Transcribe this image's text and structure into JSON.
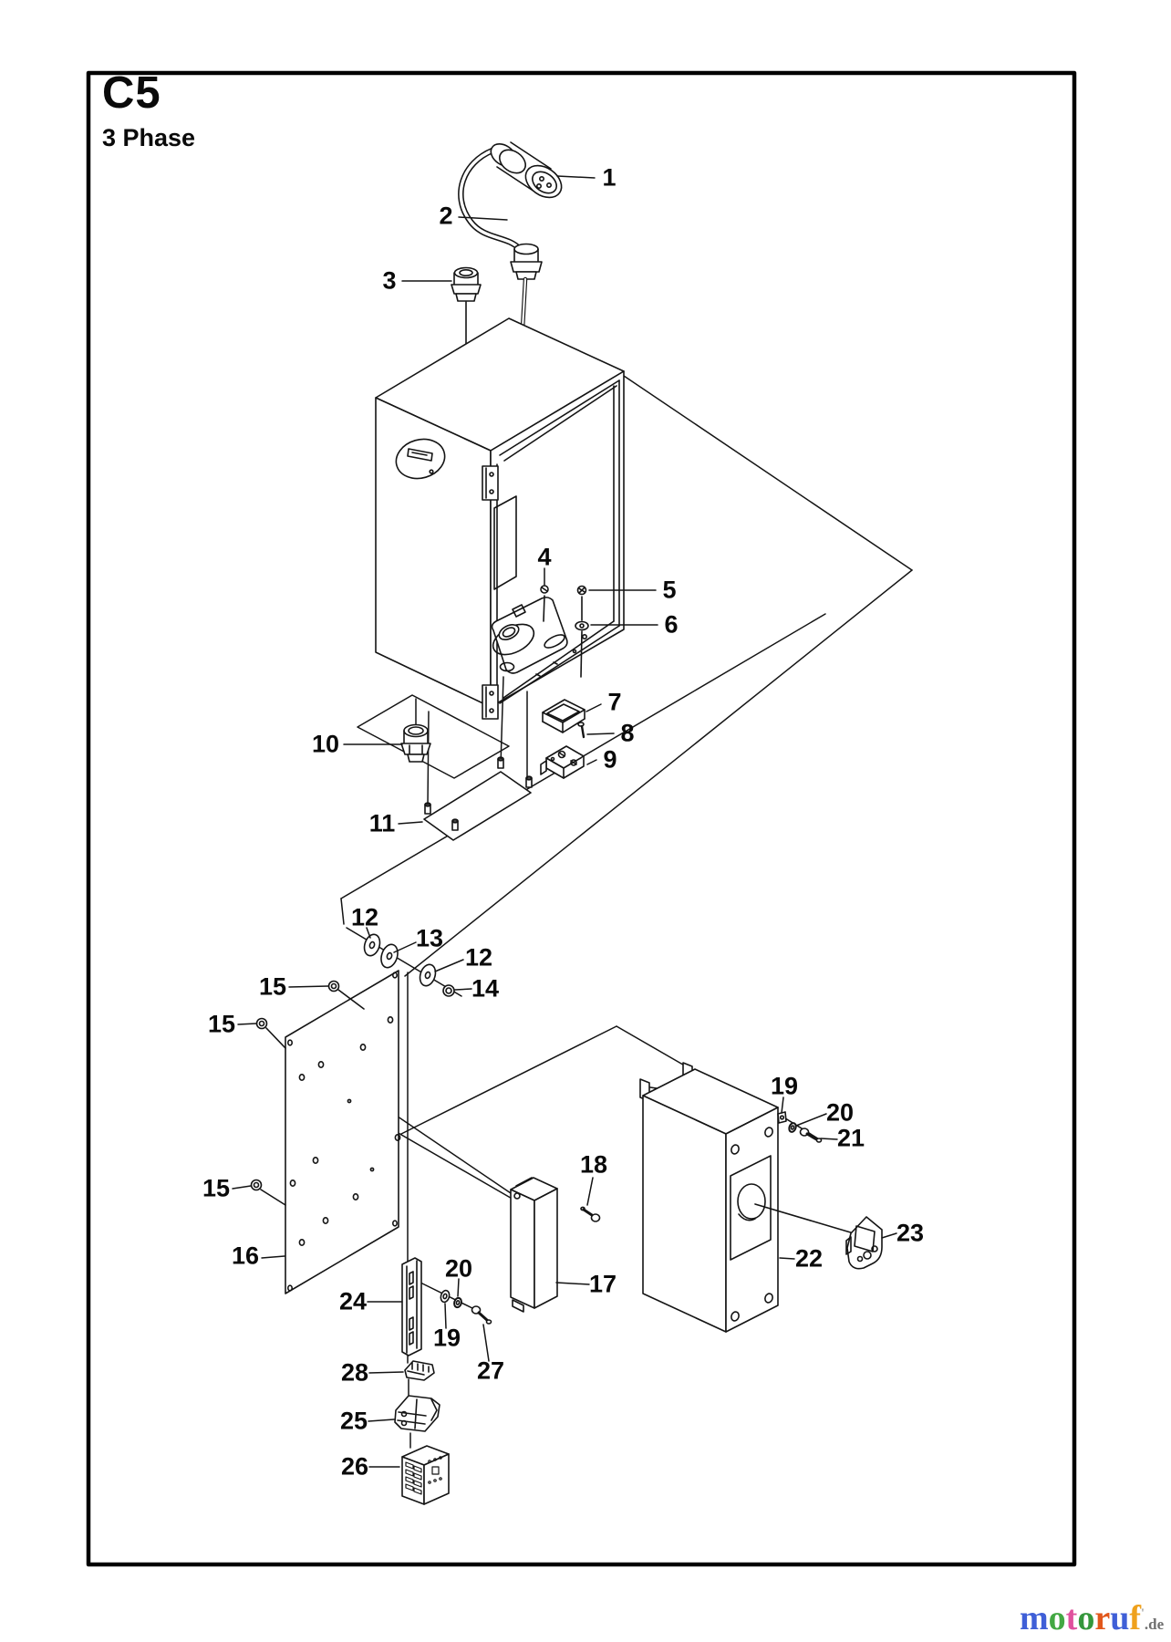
{
  "page": {
    "title": "C5",
    "subtitle": "3 Phase"
  },
  "diagram": {
    "callouts": [
      "1",
      "2",
      "3",
      "4",
      "5",
      "6",
      "7",
      "8",
      "9",
      "10",
      "11",
      "12",
      "13",
      "12",
      "14",
      "15",
      "15",
      "15",
      "16",
      "17",
      "18",
      "19",
      "20",
      "21",
      "22",
      "23",
      "24",
      "20",
      "19",
      "27",
      "28",
      "25",
      "26"
    ]
  },
  "watermark": {
    "letters": [
      {
        "ch": "m",
        "css": "color:#3f5fd7"
      },
      {
        "ch": "o",
        "css": "color:#43a843"
      },
      {
        "ch": "t",
        "css": "color:#e0519e"
      },
      {
        "ch": "o",
        "css": "color:#35973c"
      },
      {
        "ch": "r",
        "css": "color:#e2571b"
      },
      {
        "ch": "u",
        "css": "color:#3f5fd7"
      },
      {
        "ch": "f",
        "css": "color:#efa11c"
      }
    ],
    "mark": "'",
    "suffix": ".de"
  }
}
